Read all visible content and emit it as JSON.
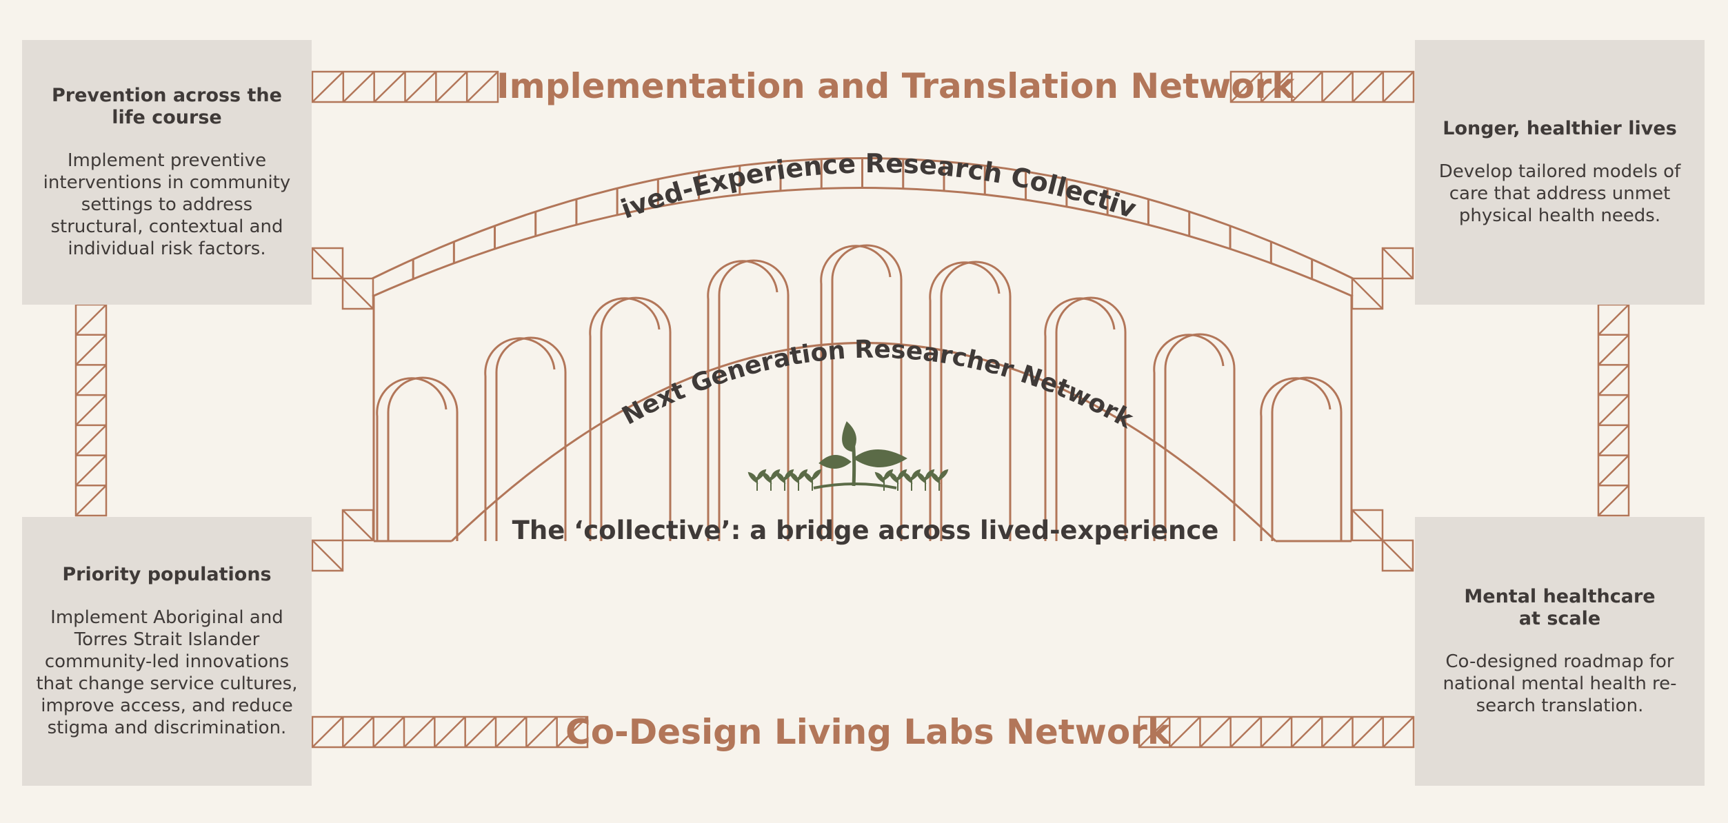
{
  "colors": {
    "background": "#f7f3ec",
    "box": "#e2ddd7",
    "accent": "#b27659",
    "text": "#3f3a38",
    "plant": "#5b6b47"
  },
  "headings": {
    "top": "Implementation and Translation Network",
    "bottom": "Co-Design Living Labs Network"
  },
  "arcs": {
    "upper": "Lived-Experience Research Collective",
    "lower": "Next Generation Researcher Network"
  },
  "caption": "The ‘collective’: a bridge across lived-experience",
  "boxes": {
    "top_left": {
      "title": "Prevention across the\nlife course",
      "body": "Implement preventive\ninterventions in community\nsettings to address\nstructural, contextual and\nindividual risk factors."
    },
    "top_right": {
      "title": "Longer, healthier lives",
      "body": "Develop tailored models of\ncare that address unmet\nphysical health needs."
    },
    "bottom_left": {
      "title": "Priority populations",
      "body": "Implement Aboriginal and\nTorres Strait Islander\ncommunity-led innovations\nthat change service cultures,\nimprove access, and reduce\nstigma and discrimination."
    },
    "bottom_right": {
      "title": "Mental healthcare\nat scale",
      "body": "Co-designed roadmap for\nnational mental health re-\nsearch translation."
    }
  },
  "icons": {
    "sprout": "sprout-icon"
  }
}
